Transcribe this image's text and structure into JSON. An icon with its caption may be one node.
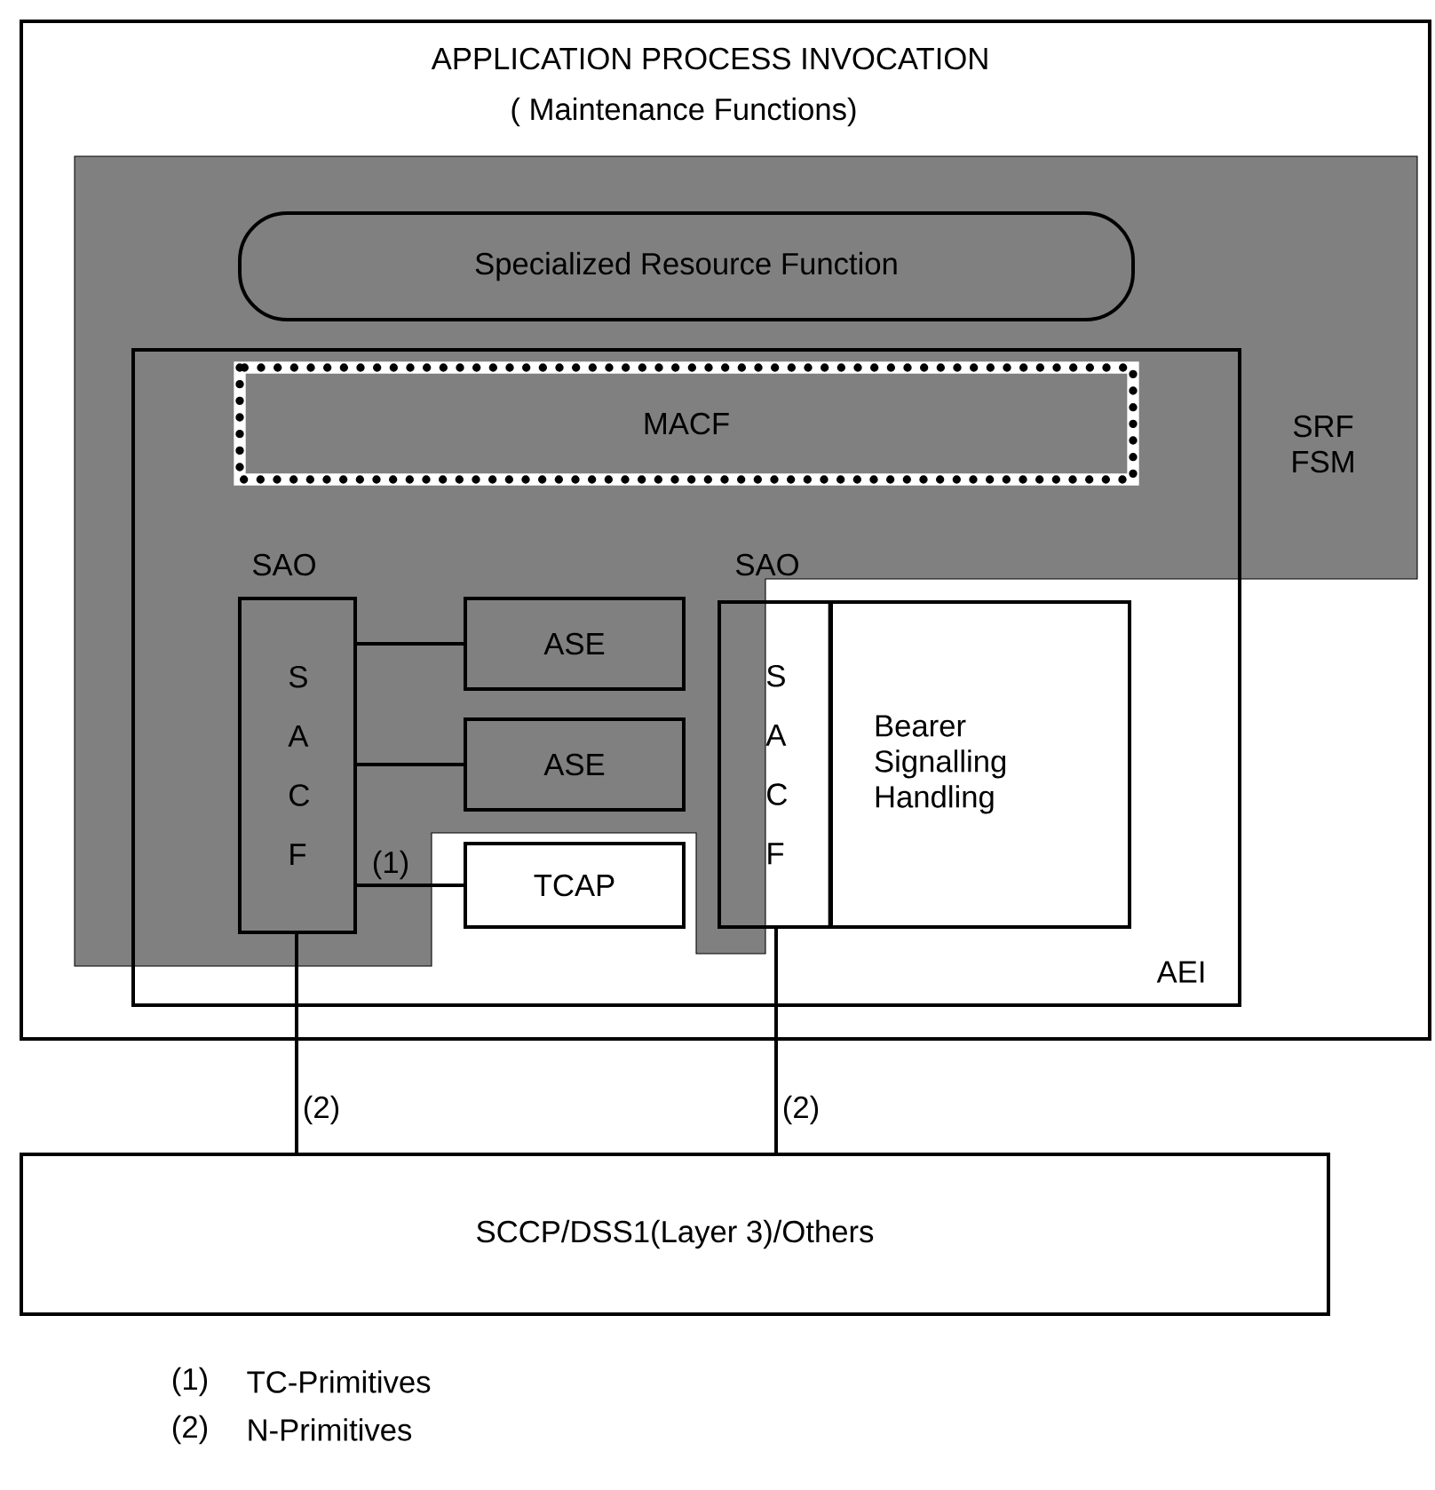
{
  "diagram": {
    "nodes": [
      {
        "text": [
          "APPLICATION PROCESS INVOCATION",
          "( Maintenance Functions)"
        ]
      },
      {
        "text": [
          "SRF FSM"
        ],
        "in": 0
      },
      {
        "text": [
          "Specialized Resource Function"
        ],
        "in": 1
      },
      {
        "text": [
          "AEI"
        ],
        "in": 0
      },
      {
        "text": [
          "MACF"
        ],
        "in": 3
      },
      {
        "text": [
          "S A C F"
        ],
        "beside": [
          "SAO"
        ],
        "in": 3
      },
      {
        "text": [
          "ASE"
        ],
        "in": 3
      },
      {
        "text": [
          "ASE"
        ],
        "in": 3
      },
      {
        "text": [
          "TCAP"
        ],
        "in": 3
      },
      {
        "text": [
          "S A C F"
        ],
        "beside": [
          "SAO"
        ],
        "in": 3
      },
      {
        "text": [
          "Bearer Signalling Handling"
        ],
        "in": 3
      },
      {
        "text": [
          "SCCP/DSS1(Layer 3)/Others"
        ]
      }
    ],
    "edges": [
      {
        "from": 5,
        "to": 6,
        "arrow": "none"
      },
      {
        "from": 5,
        "to": 7,
        "arrow": "none"
      },
      {
        "from": 5,
        "to": 8,
        "arrow": "none",
        "label": "(1)"
      },
      {
        "from": 5,
        "to": 11,
        "arrow": "none",
        "label": "(2)"
      },
      {
        "from": 9,
        "to": 11,
        "arrow": "none",
        "label": "(2)"
      }
    ],
    "labels": [
      "(1)",
      "TC-Primitives",
      "(2)",
      "N-Primitives"
    ]
  }
}
